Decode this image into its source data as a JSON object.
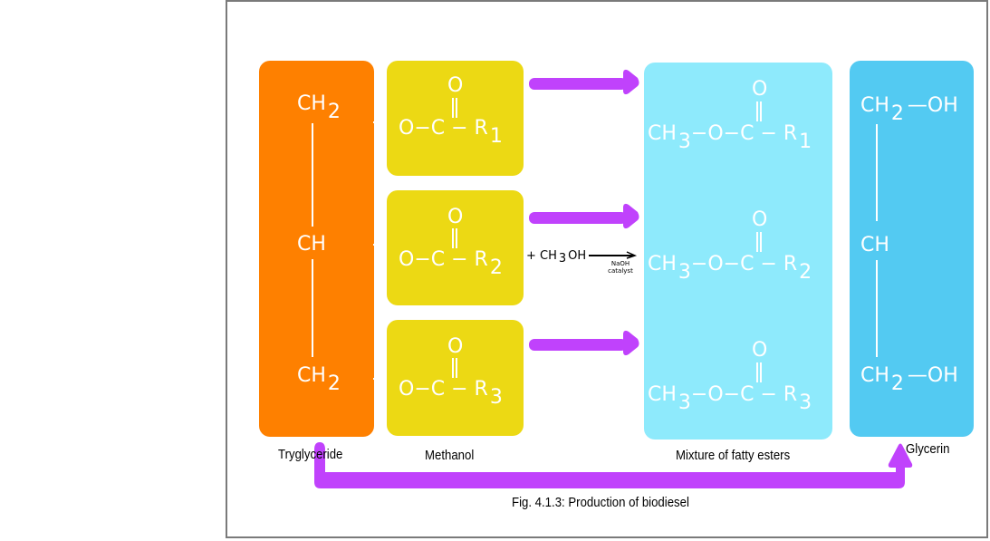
{
  "figure": {
    "caption": "Fig. 4.1.3: Production of biodiesel",
    "colors": {
      "triglyceride": "#fe8000",
      "methanol": "#ecd914",
      "esters": "#8eeafc",
      "glycerin": "#53caf2",
      "arrow": "#c042fc",
      "frame": "#7a7a7a"
    }
  },
  "triglyceride": {
    "label": "Tryglyceride",
    "atoms": [
      {
        "main": "CH",
        "sub": "2"
      },
      {
        "main": "CH",
        "sub": ""
      },
      {
        "main": "CH",
        "sub": "2"
      }
    ]
  },
  "methanol": {
    "label": "Methanol",
    "groups": [
      {
        "top": "O",
        "chain": "O−C − R",
        "sub": "1"
      },
      {
        "top": "O",
        "chain": "O−C − R",
        "sub": "2"
      },
      {
        "top": "O",
        "chain": "O−C − R",
        "sub": "3"
      }
    ]
  },
  "reaction": {
    "reagent_prefix": "+ CH",
    "reagent_sub": "3",
    "reagent_suffix": "OH",
    "catalyst_line1": "NaOH",
    "catalyst_line2": "catalyst"
  },
  "esters": {
    "label": "Mixture of fatty esters",
    "groups": [
      {
        "top": "O",
        "lead": "CH",
        "lead_sub": "3",
        "chain": "O−C − R",
        "sub": "1"
      },
      {
        "top": "O",
        "lead": "CH",
        "lead_sub": "3",
        "chain": "O−C − R",
        "sub": "2"
      },
      {
        "top": "O",
        "lead": "CH",
        "lead_sub": "3",
        "chain": "O−C − R",
        "sub": "3"
      }
    ]
  },
  "glycerin": {
    "label": "Glycerin",
    "atoms": [
      {
        "main": "CH",
        "sub": "2",
        "tail": "—OH"
      },
      {
        "main": "CH",
        "sub": "",
        "tail": ""
      },
      {
        "main": "CH",
        "sub": "2",
        "tail": "—OH"
      }
    ]
  }
}
